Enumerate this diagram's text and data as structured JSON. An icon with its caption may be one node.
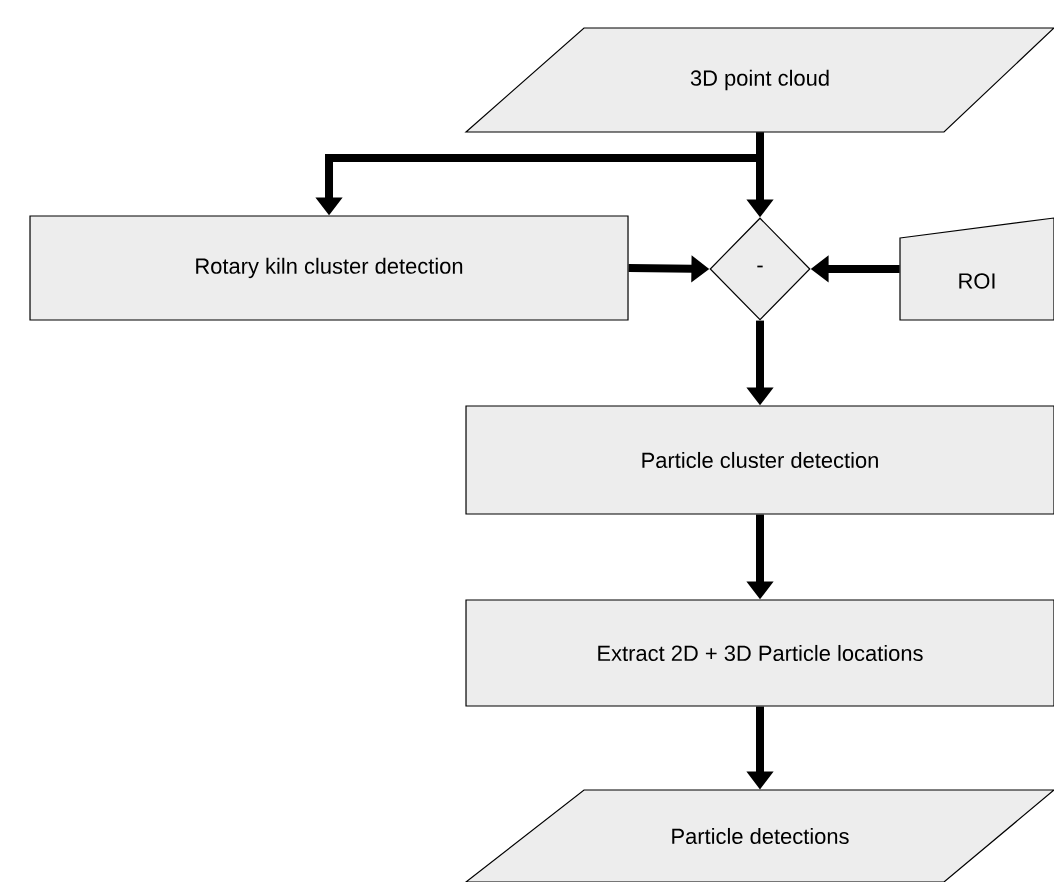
{
  "diagram": {
    "nodes": [
      {
        "text": [
          "3D point cloud"
        ]
      },
      {
        "text": [
          "Rotary kiln cluster detection"
        ]
      },
      {
        "text": [
          "-"
        ]
      },
      {
        "text": [
          "ROI"
        ]
      },
      {
        "text": [
          "Particle cluster detection"
        ]
      },
      {
        "text": [
          "Extract 2D + 3D Particle locations"
        ]
      },
      {
        "text": [
          "Particle detections"
        ]
      }
    ],
    "edges": [
      {
        "from": 0,
        "to": 1,
        "arrow": "to"
      },
      {
        "from": 0,
        "to": 2,
        "arrow": "to"
      },
      {
        "from": 1,
        "to": 2,
        "arrow": "to"
      },
      {
        "from": 3,
        "to": 2,
        "arrow": "to"
      },
      {
        "from": 2,
        "to": 4,
        "arrow": "to"
      },
      {
        "from": 4,
        "to": 5,
        "arrow": "to"
      },
      {
        "from": 5,
        "to": 6,
        "arrow": "to"
      }
    ]
  }
}
